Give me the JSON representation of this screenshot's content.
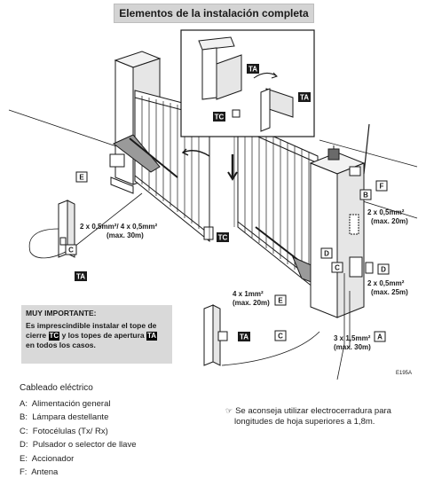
{
  "title": "Elementos de la instalación completa",
  "figure_code": "E195A",
  "labels": {
    "A": "A",
    "B": "B",
    "C": "C",
    "D": "D",
    "E": "E",
    "F": "F",
    "TA": "TA",
    "TC": "TC"
  },
  "cable_specs": {
    "c_left_line1": "2 x 0,5mm²/ 4 x 0,5mm²",
    "c_left_line2": "(max. 30m)",
    "b_line1": "2 x 0,5mm²",
    "b_line2": "(max. 20m)",
    "d_line1": "2 x 0,5mm²",
    "d_line2": "(max. 25m)",
    "e_line1": "4 x 1mm²",
    "e_line2": "(max. 20m)",
    "a_line1": "3 x 1,5mm²",
    "a_line2": "(max. 30m)"
  },
  "important": {
    "heading": "MUY IMPORTANTE:",
    "text1": "Es imprescindible instalar el tope de cierre ",
    "tag_tc": "TC",
    "text2": " y los topes de apertura ",
    "tag_ta": "TA",
    "text3": " en todos los casos."
  },
  "cabling": {
    "title": "Cableado eléctrico",
    "items": [
      {
        "letter": "A:",
        "text": "Alimentación general"
      },
      {
        "letter": "B:",
        "text": "Lámpara destellante"
      },
      {
        "letter": "C:",
        "text": "Fotocélulas (Tx/ Rx)"
      },
      {
        "letter": "D:",
        "text": "Pulsador o selector de llave"
      },
      {
        "letter": "E:",
        "text": "Accionador"
      },
      {
        "letter": "F:",
        "text": "Antena"
      }
    ]
  },
  "note": {
    "icon": "☞",
    "line1": "Se aconseja utilizar electrocerradura para",
    "line2": "longitudes de hoja superiores a 1,8m."
  }
}
